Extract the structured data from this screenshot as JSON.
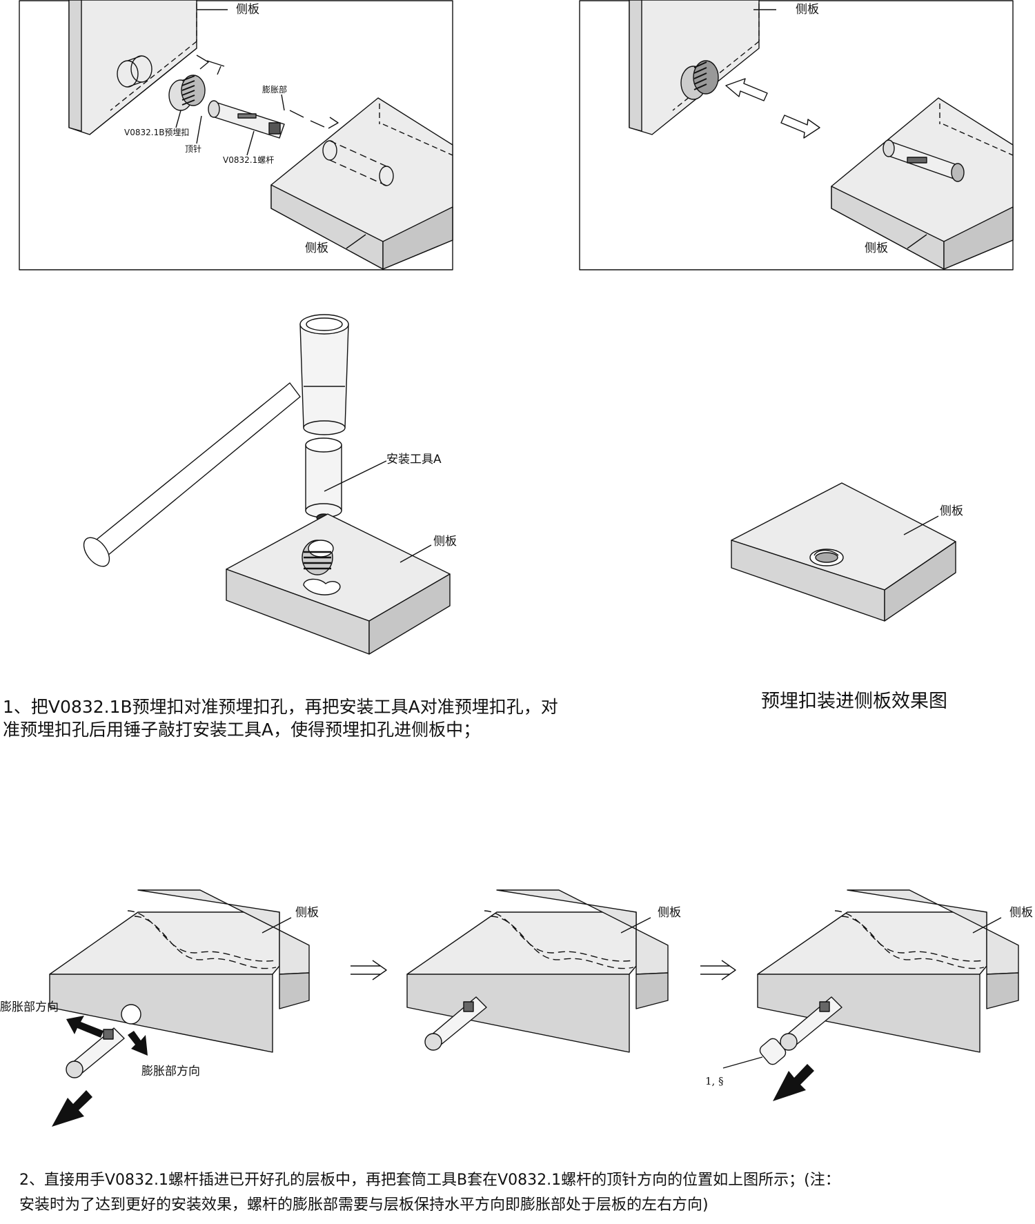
{
  "labels": {
    "side_panel": "侧板",
    "expansion_part": "膨胀部",
    "embed_nut": "V0832.1B预埋扣",
    "pin": "顶针",
    "screw_rod": "V0832.1螺杆",
    "tool_a": "安装工具A",
    "expansion_direction": "膨胀部方向",
    "sleeve_tool_mark": "1, §"
  },
  "captions": {
    "step1_line1": "1、把V0832.1B预埋扣对准预埋扣孔，再把安装工具A对准预埋扣孔，对",
    "step1_line2": "准预埋扣孔后用锤子敲打安装工具A，使得预埋扣孔进侧板中；",
    "result_title": "预埋扣装进侧板效果图",
    "step2_line1": "2、直接用手V0832.1螺杆插进已开好孔的层板中，再把套筒工具B套在V0832.1螺杆的顶针方向的位置如上图所示；(注：",
    "step2_line2": "安装时为了达到更好的安装效果，螺杆的膨胀部需要与层板保持水平方向即膨胀部处于层板的左右方向)"
  },
  "colors": {
    "ink": "#111111",
    "panel_top": "#ececec",
    "panel_front": "#d6d6d6",
    "panel_side": "#c6c6c6"
  }
}
